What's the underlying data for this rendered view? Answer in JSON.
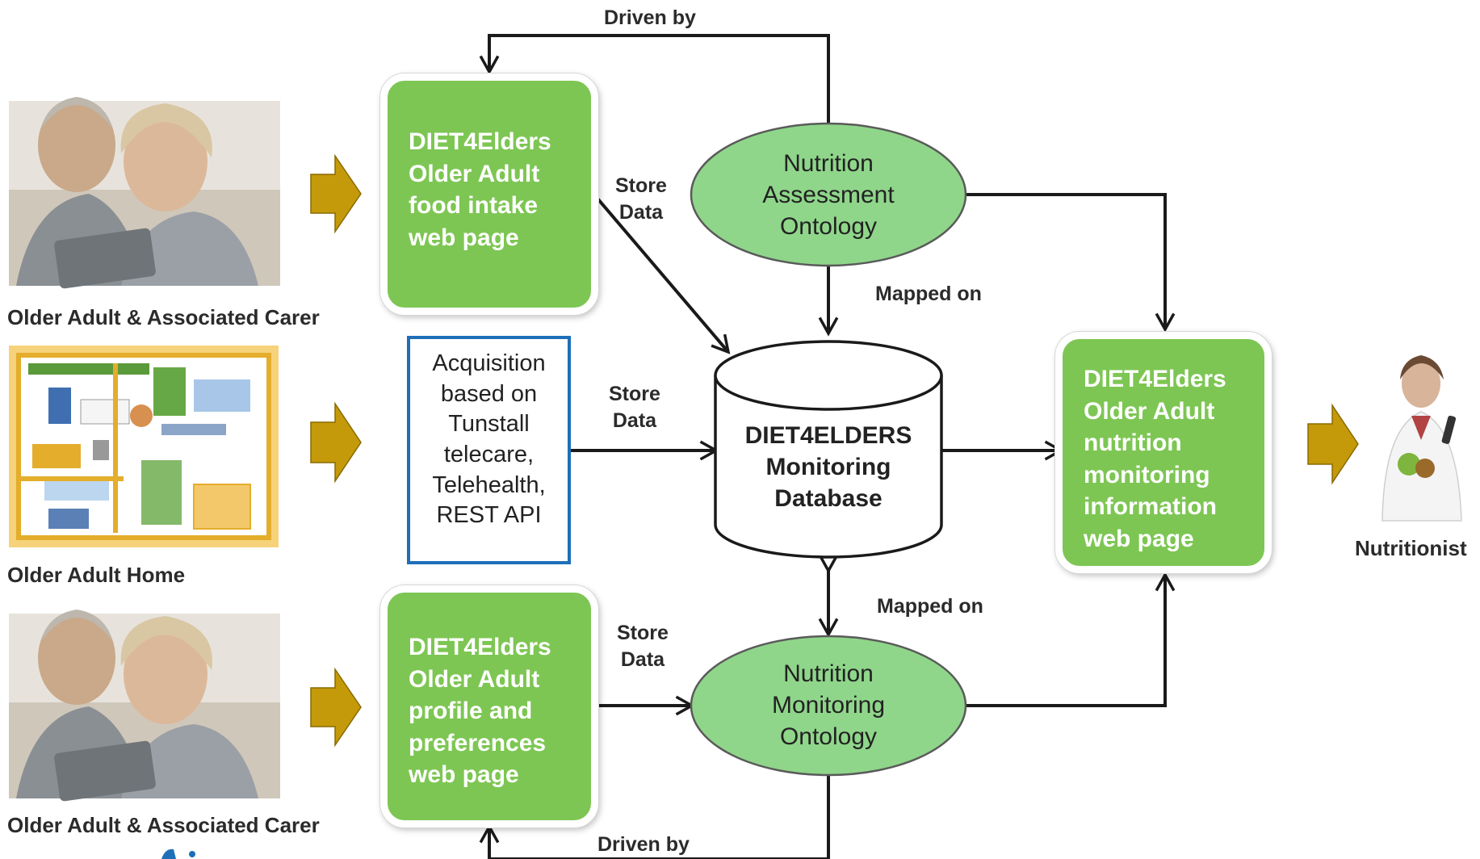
{
  "actors": {
    "carer_top": "Older Adult & Associated Carer",
    "home": "Older Adult Home",
    "carer_bottom": "Older Adult & Associated Carer",
    "nutritionist": "Nutritionist"
  },
  "nodes": {
    "food_intake": [
      "DIET4Elders",
      "Older Adult",
      "food intake",
      "web page"
    ],
    "acquisition": [
      "Acquisition",
      "based on",
      "Tunstall",
      "telecare,",
      "Telehealth,",
      "REST API"
    ],
    "profile": [
      "DIET4Elders",
      "Older Adult",
      "profile and",
      "preferences",
      "web page"
    ],
    "assessment_ontology": [
      "Nutrition",
      "Assessment",
      "Ontology"
    ],
    "monitoring_ontology": [
      "Nutrition",
      "Monitoring",
      "Ontology"
    ],
    "database": [
      "DIET4ELDERS",
      "Monitoring",
      "Database"
    ],
    "info_page": [
      "DIET4Elders",
      "Older Adult",
      "nutrition",
      "monitoring",
      "information",
      "web page"
    ]
  },
  "edges": {
    "driven_by_top": "Driven by",
    "driven_by_bottom": "Driven by",
    "store_data_1": [
      "Store",
      "Data"
    ],
    "store_data_2": [
      "Store",
      "Data"
    ],
    "store_data_3": [
      "Store",
      "Data"
    ],
    "mapped_on_top": "Mapped on",
    "mapped_on_bottom": "Mapped on"
  },
  "colors": {
    "green_box": "#7dc653",
    "ellipse_fill": "#8fd68a",
    "blue_border": "#1e6fb8",
    "arrow_gold": "#c49a0a",
    "line": "#1a1a1a"
  }
}
